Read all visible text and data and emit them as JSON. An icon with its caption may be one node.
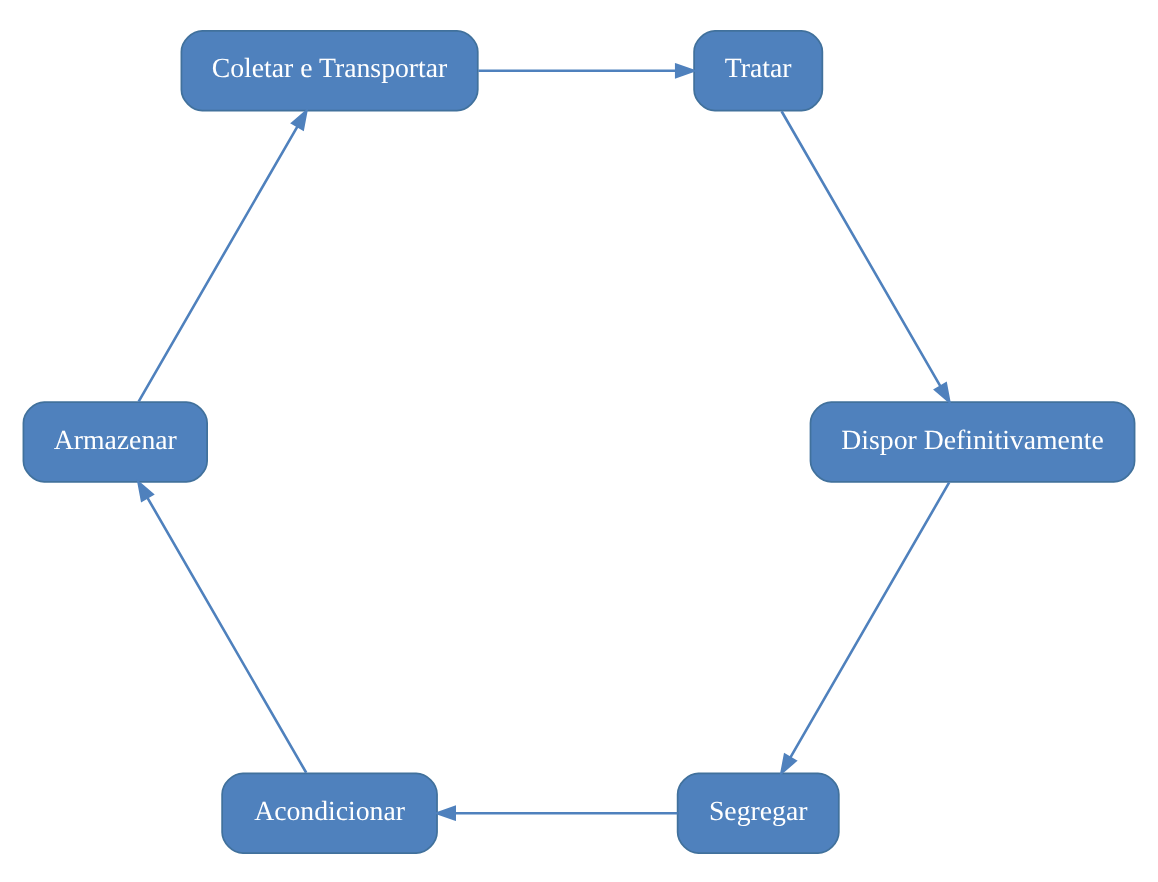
{
  "diagram": {
    "nodes": [
      {
        "text": [
          "Segregar"
        ]
      },
      {
        "text": [
          "Dispor Definitivamente"
        ]
      },
      {
        "text": [
          "Acondicionar"
        ]
      },
      {
        "text": [
          "Armazenar"
        ]
      },
      {
        "text": [
          "Tratar"
        ]
      },
      {
        "text": [
          "Coletar e Transportar"
        ]
      }
    ],
    "edges": [
      {
        "from": 0,
        "to": 2,
        "arrow": "to"
      },
      {
        "from": 2,
        "to": 3,
        "arrow": "to"
      },
      {
        "from": 3,
        "to": 5,
        "arrow": "to"
      },
      {
        "from": 5,
        "to": 4,
        "arrow": "to"
      },
      {
        "from": 4,
        "to": 1,
        "arrow": "to"
      },
      {
        "from": 1,
        "to": 0,
        "arrow": "to"
      }
    ]
  }
}
